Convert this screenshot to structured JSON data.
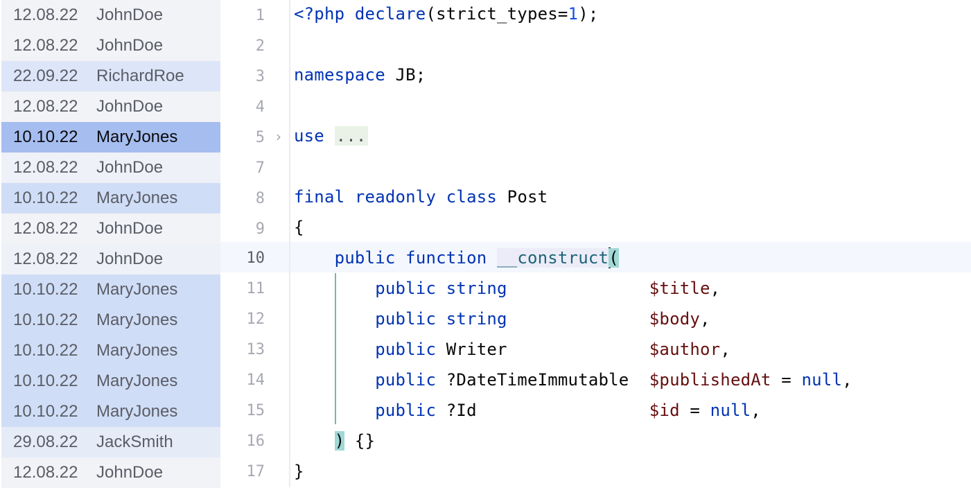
{
  "blame": {
    "rows": [
      {
        "date": "12.08.22",
        "author": "JohnDoe"
      },
      {
        "date": "12.08.22",
        "author": "JohnDoe"
      },
      {
        "date": "22.09.22",
        "author": "RichardRoe"
      },
      {
        "date": "12.08.22",
        "author": "JohnDoe"
      },
      {
        "date": "10.10.22",
        "author": "MaryJones"
      },
      {
        "date": "12.08.22",
        "author": "JohnDoe"
      },
      {
        "date": "10.10.22",
        "author": "MaryJones"
      },
      {
        "date": "12.08.22",
        "author": "JohnDoe"
      },
      {
        "date": "12.08.22",
        "author": "JohnDoe"
      },
      {
        "date": "10.10.22",
        "author": "MaryJones"
      },
      {
        "date": "10.10.22",
        "author": "MaryJones"
      },
      {
        "date": "10.10.22",
        "author": "MaryJones"
      },
      {
        "date": "10.10.22",
        "author": "MaryJones"
      },
      {
        "date": "10.10.22",
        "author": "MaryJones"
      },
      {
        "date": "29.08.22",
        "author": "JackSmith"
      },
      {
        "date": "12.08.22",
        "author": "JohnDoe"
      }
    ],
    "selected_index": 4
  },
  "gutter": {
    "line_numbers": [
      "1",
      "2",
      "3",
      "4",
      "5",
      "7",
      "8",
      "9",
      "10",
      "11",
      "12",
      "13",
      "14",
      "15",
      "16",
      "17"
    ],
    "current_line": "10",
    "fold_icon": "chevron-right"
  },
  "code": {
    "l1": {
      "kw1": "<?php",
      "kw2": "declare",
      "rest1": "(strict_types=",
      "num": "1",
      "rest2": ");"
    },
    "l3": {
      "kw": "namespace",
      "rest": " JB;"
    },
    "l5": {
      "kw": "use",
      "folded": "..."
    },
    "l8": {
      "kw1": "final",
      "kw2": "readonly",
      "kw3": "class",
      "name": " Post"
    },
    "l9": {
      "text": "{"
    },
    "l10": {
      "kw1": "public",
      "kw2": "function",
      "fn": "__construct",
      "paren": "("
    },
    "params": [
      {
        "kw": "public",
        "type": "string",
        "type_is_kw": true,
        "pad": "              ",
        "var": "$title",
        "default": "",
        "tail": ","
      },
      {
        "kw": "public",
        "type": "string",
        "type_is_kw": true,
        "pad": "              ",
        "var": "$body",
        "default": "",
        "tail": ","
      },
      {
        "kw": "public",
        "type": "Writer",
        "type_is_kw": false,
        "pad": "              ",
        "var": "$author",
        "default": "",
        "tail": ","
      },
      {
        "kw": "public",
        "type": "?DateTimeImmutable",
        "type_is_kw": false,
        "pad": "  ",
        "var": "$publishedAt",
        "eq": " = ",
        "default": "null",
        "tail": ","
      },
      {
        "kw": "public",
        "type": "?Id",
        "type_is_kw": false,
        "pad": "                 ",
        "var": "$id",
        "eq": " = ",
        "default": "null",
        "tail": ","
      }
    ],
    "l16": {
      "paren": ")",
      "rest": " {}"
    },
    "l17": {
      "text": "}"
    }
  }
}
